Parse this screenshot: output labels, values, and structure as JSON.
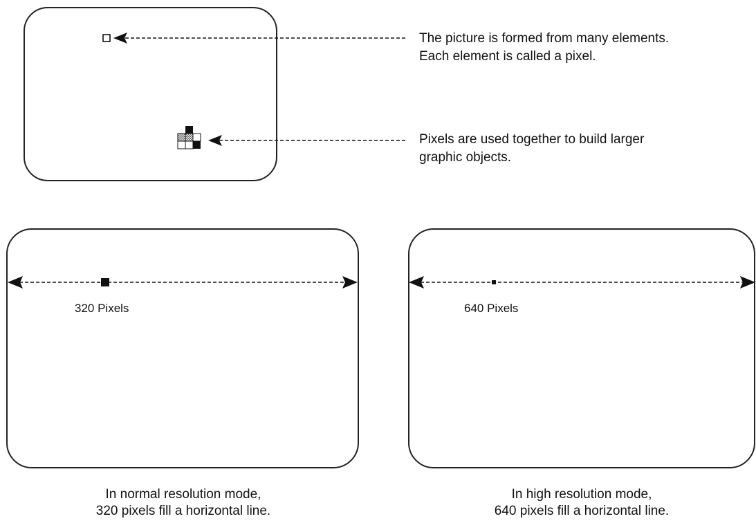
{
  "annotations": {
    "pixel_note_line1": "The picture is formed from many elements.",
    "pixel_note_line2": "Each element is called a pixel.",
    "objects_note_line1": "Pixels are used together to build larger",
    "objects_note_line2": "graphic objects."
  },
  "screens": {
    "normal": {
      "width_label": "320 Pixels",
      "caption_line1": "In normal resolution mode,",
      "caption_line2": "320 pixels fill a horizontal line."
    },
    "high": {
      "width_label": "640 Pixels",
      "caption_line1": "In high resolution mode,",
      "caption_line2": "640 pixels fill a horizontal line."
    }
  },
  "colors": {
    "ink": "#111111",
    "screen_border": "#222222",
    "dither": "#8a8a8a"
  }
}
